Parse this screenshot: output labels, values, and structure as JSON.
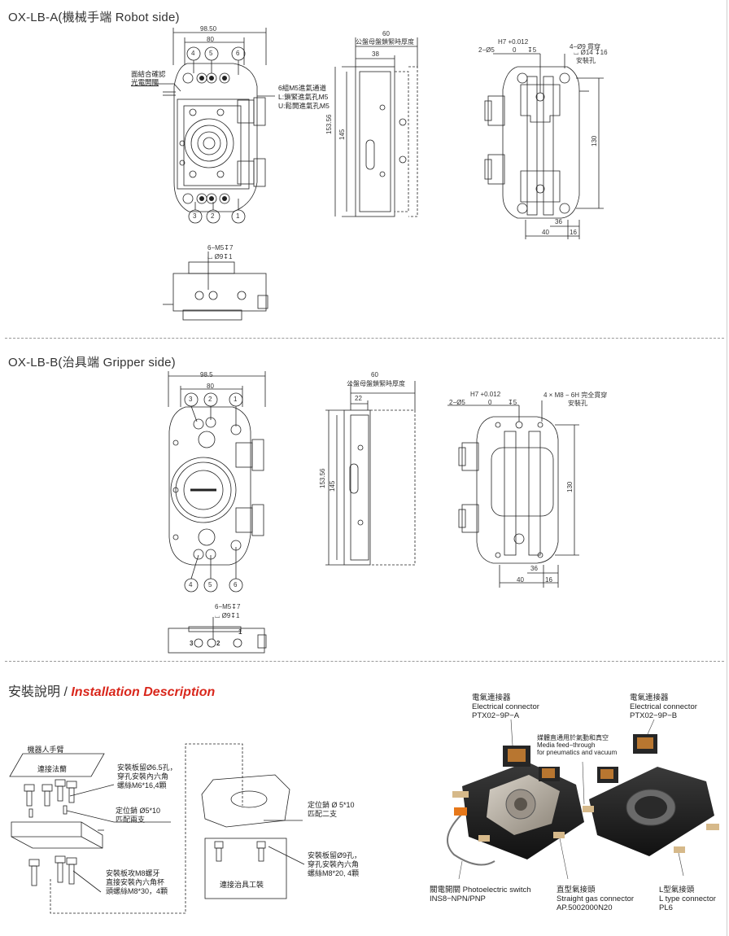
{
  "section_a": {
    "title": "OX-LB-A(機械手端 Robot side)",
    "front": {
      "dim_width_outer": "98.50",
      "dim_width_inner": "80",
      "sensor_note_line1": "面結合確認",
      "sensor_note_line2": "光電開關",
      "port_labels_top": [
        "4",
        "5",
        "6"
      ],
      "port_labels_bottom": [
        "3",
        "2",
        "1"
      ],
      "air_note_line1": "6組M5進氣通道",
      "air_note_line2": "L:鎖緊進氣孔M5",
      "air_note_line3": "U:鬆開進氣孔M5",
      "hole_note_line1": "6−M5↧7",
      "hole_note_line2": "⌴ Ø9↧1"
    },
    "side": {
      "dim_total": "60",
      "dim_note": "公盤母盤鎖緊時厚度",
      "dim_depth": "38",
      "dim_height_outer": "153.56",
      "dim_height_inner": "145"
    },
    "back": {
      "tol_note": "H7 +0.012",
      "pin_note": "2−Ø5",
      "tol_zero": "0",
      "depth_note": "↧5",
      "hole_note_line1": "4−Ø9 貫穿",
      "hole_note_line2": "⌴ Ø14 ↧16",
      "hole_note_line3": "安裝孔",
      "dim_height": "130",
      "dim_36": "36",
      "dim_40": "40",
      "dim_16": "16"
    }
  },
  "section_b": {
    "title": "OX-LB-B(治具端 Gripper side)",
    "front": {
      "dim_width_outer": "98.5",
      "dim_width_inner": "80",
      "port_labels_top": [
        "3",
        "2",
        "1"
      ],
      "port_labels_bottom": [
        "4",
        "5",
        "6"
      ],
      "hole_note_line1": "6−M5↧7",
      "hole_note_line2": "⌴ Ø9↧1",
      "bottom_labels": [
        "3",
        "2",
        "1"
      ]
    },
    "side": {
      "dim_total": "60",
      "dim_note": "公盤母盤鎖緊時厚度",
      "dim_depth": "22",
      "dim_height_outer": "153.56",
      "dim_height_inner": "145"
    },
    "back": {
      "tol_note": "H7 +0.012",
      "pin_note": "2−Ø5",
      "tol_zero": "0",
      "depth_note": "↧5",
      "hole_note_line1": "4 × M8 − 6H 完全貫穿",
      "hole_note_line2": "安裝孔",
      "dim_height": "130",
      "dim_36": "36",
      "dim_40": "40",
      "dim_16": "16"
    }
  },
  "installation": {
    "title_cn": "安裝說明 / ",
    "title_en": "Installation Description",
    "robot_arm": "機器人手臂",
    "flange": "連接法蘭",
    "note_a1": "安裝板留Ø6.5孔，\n穿孔安裝內六角\n螺絲M6*16,4顆",
    "note_a2": "定位銷 Ø5*10\n匹配兩支",
    "note_a3": "安裝板攻M8螺牙\n直接安裝內六角杯\n頭螺絲M8*30，4顆",
    "note_b1": "定位銷 Ø 5*10\n匹配二支",
    "note_b2": "安裝板留Ø9孔，\n穿孔安裝內六角\n螺絲M8*20, 4顆",
    "fixture": "連接治具工裝"
  },
  "photo_labels": {
    "elec_a": "電氣連接器\nElectrical connector\nPTX02−9P−A",
    "elec_b": "電氣連接器\nElectrical connector\nPTX02−9P−B",
    "media": "媒體直通用於氣動和真空\nMedia feed−through\nfor pneumatics and vacuum",
    "photo_switch": "關電開關 Photoelectric switch\nINS8−NPN/PNP",
    "straight": "直型氣接頭\nStraight gas connector\nAP.5002000N20",
    "l_type": "L型氣接頭\nL type connector\nPL6"
  }
}
